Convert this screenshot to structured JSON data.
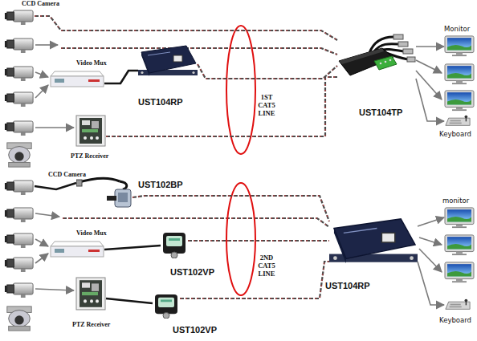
{
  "diagram": {
    "nodes": [
      {
        "text": [
          "CCD Camera"
        ]
      },
      {
        "text": [
          "Video Mux"
        ]
      },
      {
        "text": [
          "UST104RP"
        ]
      },
      {
        "text": [
          "UST104TP"
        ]
      },
      {
        "text": [
          "Monitor"
        ]
      },
      {
        "text": [
          "PTZ Receiver"
        ]
      },
      {
        "text": [
          "Keyboard"
        ]
      },
      {
        "text": [
          "CCD Camera"
        ]
      },
      {
        "text": [
          "UST102BP"
        ]
      },
      {
        "text": [
          "Video Mux"
        ]
      },
      {
        "text": [
          "UST102VP"
        ]
      },
      {
        "text": [
          "UST104RP"
        ]
      },
      {
        "text": [
          "monitor"
        ]
      },
      {
        "text": [
          "UST102VP"
        ]
      },
      {
        "text": [
          "Keyboard"
        ]
      },
      {
        "text": [
          "PTZ Receiver"
        ]
      }
    ],
    "edges": [
      {
        "from": 0,
        "to": 3,
        "arrow": "none"
      },
      {
        "from": 1,
        "to": 2,
        "arrow": "none"
      },
      {
        "from": 2,
        "to": 3,
        "arrow": "none"
      },
      {
        "from": 5,
        "to": 3,
        "arrow": "none"
      },
      {
        "from": 3,
        "to": 4,
        "arrow": "to"
      },
      {
        "from": 3,
        "to": 6,
        "arrow": "to"
      },
      {
        "from": 7,
        "to": 8,
        "arrow": "none"
      },
      {
        "from": 8,
        "to": 11,
        "arrow": "none"
      },
      {
        "from": 9,
        "to": 10,
        "arrow": "none"
      },
      {
        "from": 10,
        "to": 11,
        "arrow": "none"
      },
      {
        "from": 15,
        "to": 13,
        "arrow": "none"
      },
      {
        "from": 13,
        "to": 11,
        "arrow": "none"
      },
      {
        "from": 11,
        "to": 12,
        "arrow": "to"
      },
      {
        "from": 11,
        "to": 14,
        "arrow": "to"
      }
    ],
    "labels": [
      "1ST CAT5 LINE",
      "2ND CAT5 LINE"
    ]
  }
}
